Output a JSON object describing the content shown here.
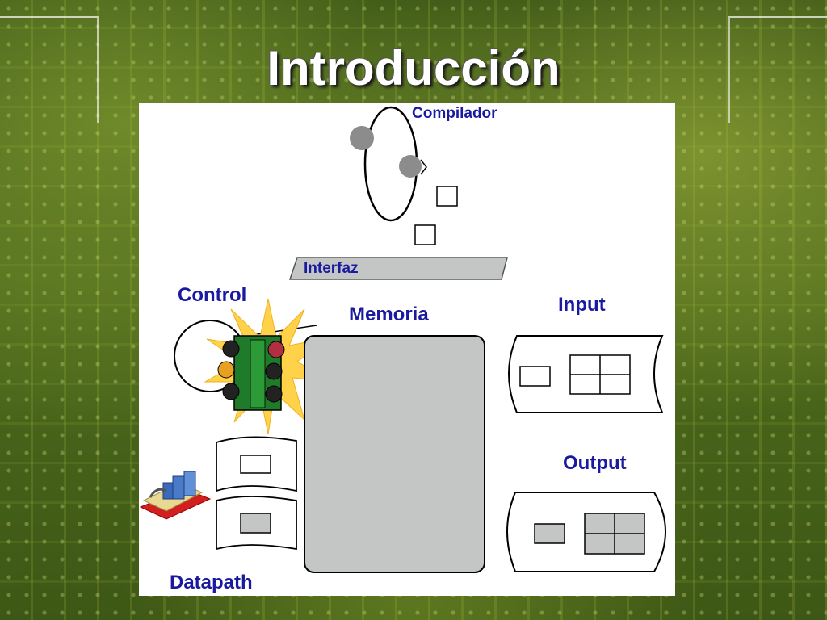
{
  "slide": {
    "title": "Introducción"
  },
  "diagram": {
    "compiler_label": "Compilador",
    "interface_label": "Interfaz",
    "control_label": "Control",
    "memory_label": "Memoria",
    "input_label": "Input",
    "output_label": "Output",
    "datapath_label": "Datapath"
  },
  "colors": {
    "label_blue": "#1a1aa0",
    "panel_gray": "#c4c6c6",
    "traffic_light_green": "#1f7a2a",
    "star_yellow": "#ffd24a"
  },
  "icons": [
    "traffic-light-icon",
    "city-map-icon",
    "starburst-icon"
  ]
}
